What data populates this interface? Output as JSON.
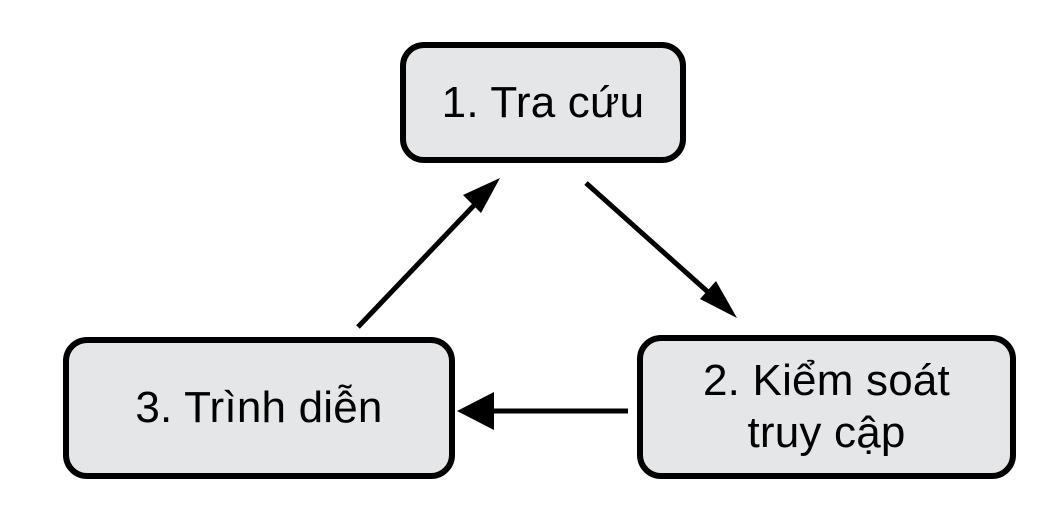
{
  "diagram": {
    "type": "cycle-flow",
    "background_color": "#ffffff",
    "node_fill_color": "#e5e6e8",
    "node_border_color": "#000000",
    "arrow_color": "#000000",
    "text_color": "#000000",
    "nodes": [
      {
        "id": "lookup",
        "label": "1. Tra cứu",
        "step_number": "1",
        "name": "Tra cứu"
      },
      {
        "id": "access-control",
        "label": "2. Kiểm soát\ntruy cập",
        "step_number": "2",
        "name": "Kiểm soát truy cập"
      },
      {
        "id": "presentation",
        "label": "3. Trình diễn",
        "step_number": "3",
        "name": "Trình diễn"
      }
    ],
    "edges": [
      {
        "id": "lookup-to-access-control",
        "from": "lookup",
        "to": "access-control",
        "label": "",
        "style": "solid",
        "arrowhead": "filled-triangle"
      },
      {
        "id": "access-control-to-presentation",
        "from": "access-control",
        "to": "presentation",
        "label": "",
        "style": "solid",
        "arrowhead": "filled-triangle"
      },
      {
        "id": "presentation-to-lookup",
        "from": "presentation",
        "to": "lookup",
        "label": "",
        "style": "solid",
        "arrowhead": "filled-triangle"
      }
    ]
  }
}
